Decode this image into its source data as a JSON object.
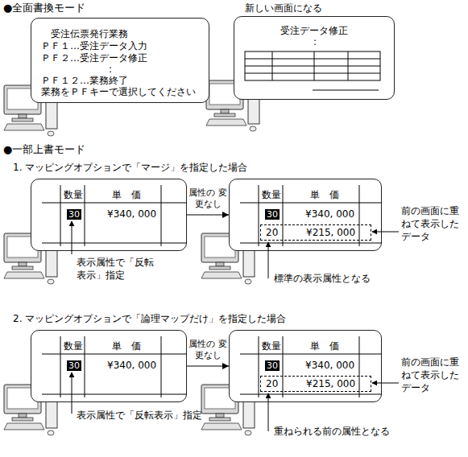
{
  "diagram": {
    "nodes": [
      {
        "text": [
          "受注伝票発行業務",
          "ＰＦ１…受注データ入力",
          "ＰＦ２…受注データ修正",
          ":",
          "ＰＦ１２…業務終了",
          "業務をＰＦキーで選択してください"
        ]
      },
      {
        "text": [
          "受注データ修正",
          ":"
        ]
      },
      {
        "text": [
          "数量",
          "単　価",
          "30",
          "¥340, 000"
        ]
      },
      {
        "text": [
          "数量",
          "単　価",
          "30",
          "¥340, 000"
        ]
      },
      {
        "text": [
          "20",
          "¥215, 000"
        ],
        "in": 3
      },
      {
        "text": [
          "数量",
          "単　価",
          "30",
          "¥340, 000"
        ]
      },
      {
        "text": [
          "数量",
          "単　価",
          "30",
          "¥340, 000"
        ]
      },
      {
        "text": [
          "20",
          "¥215, 000"
        ],
        "in": 6
      }
    ],
    "edges": [
      {
        "from": 2,
        "to": 3,
        "label": "属性の 変更なし",
        "arrow": "to"
      },
      {
        "from": 5,
        "to": 6,
        "label": "属性の 変更なし",
        "arrow": "to"
      }
    ],
    "labels": [
      "●全面書換モード",
      "新しい画面になる",
      "●一部上書モード",
      "1. マッピングオプションで「マージ」を指定した場合",
      "表示属性で「反転表示」指定",
      "前の画面に重ねて表示したデータ",
      "標準の表示属性となる",
      "2. マッピングオプションで「論理マップだけ」を指定した場合",
      "表示属性で「反転表示」指定",
      "前の画面に重ねて表示したデータ",
      "重ねられる前の属性となる"
    ]
  }
}
